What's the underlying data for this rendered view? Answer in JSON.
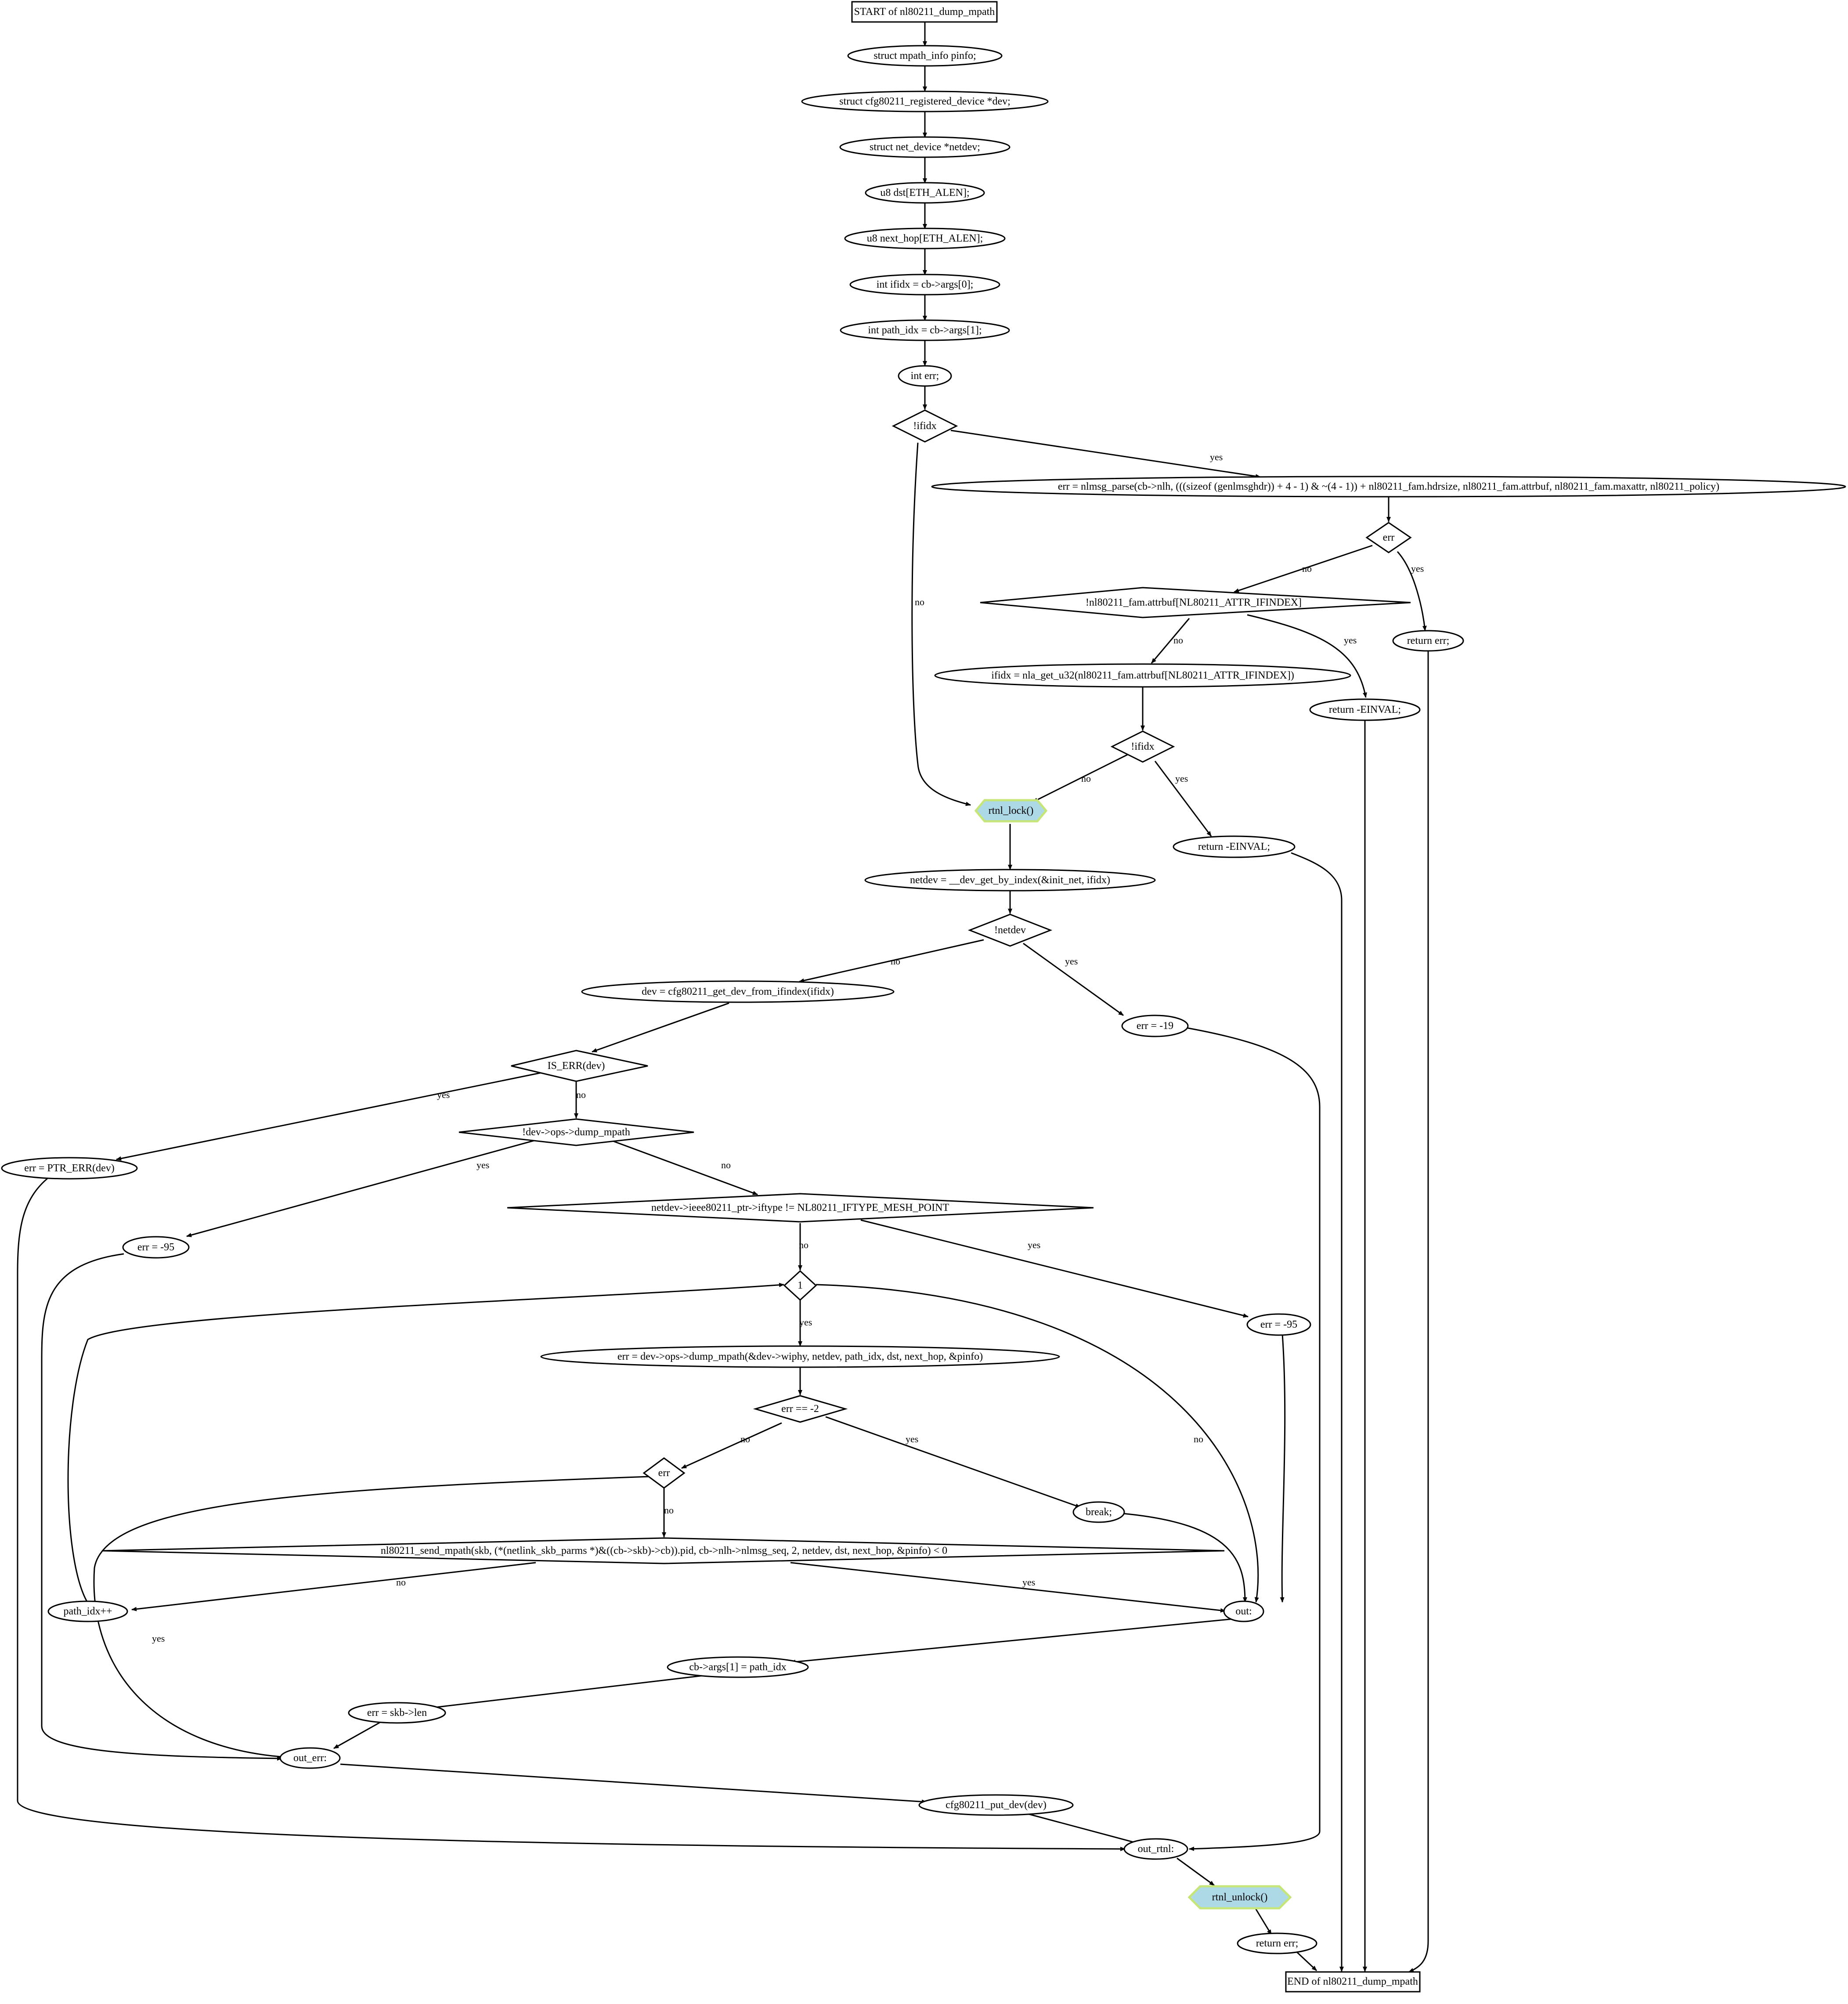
{
  "diagram": {
    "title": "",
    "colors": {
      "hex_fill": "#add8e6",
      "hex_border": "#c7e67a",
      "line": "#000000",
      "background": "#ffffff"
    },
    "nodes": {
      "start": "START of nl80211_dump_mpath",
      "pinfo": "struct mpath_info pinfo;",
      "dev_decl": "struct cfg80211_registered_device *dev;",
      "netdev_decl": "struct net_device *netdev;",
      "dst_decl": "u8 dst[ETH_ALEN];",
      "nexthop_decl": "u8 next_hop[ETH_ALEN];",
      "ifidx_decl": "int ifidx = cb->args[0];",
      "pathidx_decl": "int path_idx = cb->args[1];",
      "err_decl": "int err;",
      "cond_ifidx1": "!ifidx",
      "nlmsg_parse": "err = nlmsg_parse(cb->nlh, (((sizeof (genlmsghdr)) + 4 - 1) & ~(4 - 1)) + nl80211_fam.hdrsize, nl80211_fam.attrbuf, nl80211_fam.maxattr, nl80211_policy)",
      "cond_err1": "err",
      "return_err1": "return err;",
      "cond_attrbuf": "!nl80211_fam.attrbuf[NL80211_ATTR_IFINDEX]",
      "ifidx_get": "ifidx = nla_get_u32(nl80211_fam.attrbuf[NL80211_ATTR_IFINDEX])",
      "return_einval1": "return -EINVAL;",
      "cond_ifidx2": "!ifidx",
      "return_einval2": "return -EINVAL;",
      "rtnl_lock": "rtnl_lock()",
      "dev_get": "netdev = __dev_get_by_index(&init_net, ifidx)",
      "cond_netdev": "!netdev",
      "dev_from_ifindex": "dev = cfg80211_get_dev_from_ifindex(ifidx)",
      "err_19": "err = -19",
      "cond_is_err": "IS_ERR(dev)",
      "cond_dump_mpath": "!dev->ops->dump_mpath",
      "err_ptr": "err = PTR_ERR(dev)",
      "cond_iftype": "netdev->ieee80211_ptr->iftype != NL80211_IFTYPE_MESH_POINT",
      "err_95a": "err = -95",
      "cond_loop": "1",
      "err_95b": "err = -95",
      "dump_call": "err = dev->ops->dump_mpath(&dev->wiphy, netdev, path_idx, dst, next_hop, &pinfo)",
      "cond_enoent": "err == -2",
      "cond_err2": "err",
      "break": "break;",
      "send_mpath": "nl80211_send_mpath(skb, (*(netlink_skb_parms *)&((cb->skb)->cb)).pid, cb->nlh->nlmsg_seq, 2, netdev, dst, next_hop, &pinfo) < 0",
      "path_inc": "path_idx++",
      "out": "out:",
      "args_set": "cb->args[1] = path_idx",
      "skb_len": "err = skb->len",
      "out_err": "out_err:",
      "put_dev": "cfg80211_put_dev(dev)",
      "out_rtnl": "out_rtnl:",
      "rtnl_unlock": "rtnl_unlock()",
      "return_err2": "return err;",
      "end": "END of nl80211_dump_mpath"
    },
    "edge_labels": {
      "yes": "yes",
      "no": "no"
    }
  }
}
